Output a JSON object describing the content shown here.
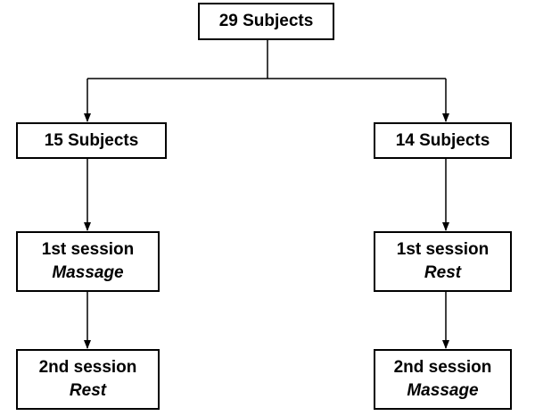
{
  "top": {
    "label": "29 Subjects"
  },
  "groups": [
    {
      "label": "15 Subjects",
      "session1": {
        "title": "1st session",
        "treatment": "Massage"
      },
      "session2": {
        "title": "2nd session",
        "treatment": "Rest"
      }
    },
    {
      "label": "14 Subjects",
      "session1": {
        "title": "1st session",
        "treatment": "Rest"
      },
      "session2": {
        "title": "2nd session",
        "treatment": "Massage"
      }
    }
  ],
  "colors": {
    "line": "#000000",
    "box_border": "#000000",
    "box_fill": "#ffffff",
    "text": "#000000"
  }
}
